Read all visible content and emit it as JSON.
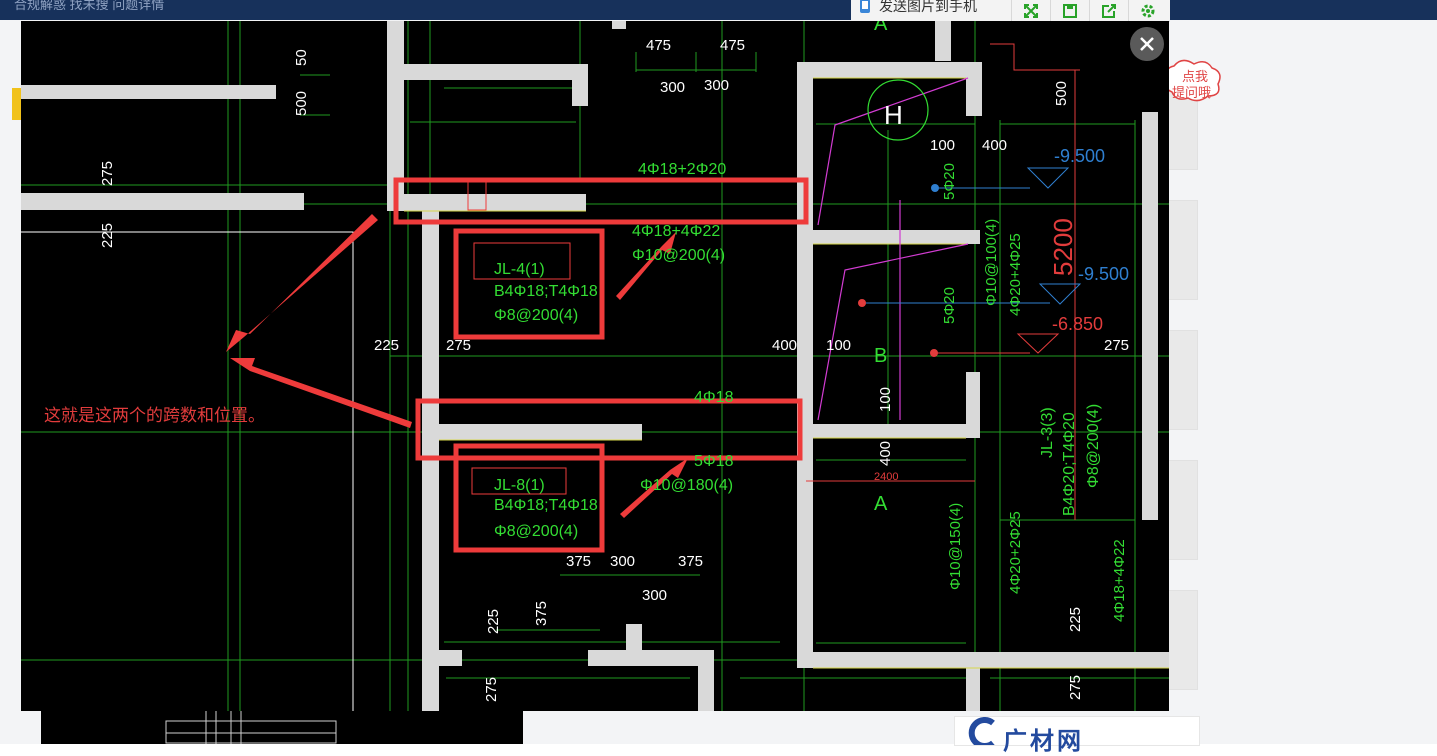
{
  "page": {
    "top_bar_text": "合规解惑 找未搜 问题详情",
    "footer_logo_text": "广材网",
    "help_bubble": {
      "line1": "点我",
      "line2": "提问哦"
    }
  },
  "toolbar": {
    "send_label": "发送图片到手机",
    "buttons": [
      {
        "name": "fullscreen-button",
        "icon": "expand-arrows-icon"
      },
      {
        "name": "save-button",
        "icon": "save-icon"
      },
      {
        "name": "export-button",
        "icon": "export-icon"
      },
      {
        "name": "settings-button",
        "icon": "gear-icon"
      }
    ]
  },
  "viewer": {
    "close_icon": "close-icon"
  },
  "drawing": {
    "annotation": "这就是这两个的跨数和位置。",
    "beams": {
      "top_label": "4Φ18+2Φ20",
      "mid1_line1": "4Φ18+4Φ22",
      "mid1_line2": "Φ10@200(4)",
      "mid2_line1": "4Φ18",
      "mid2_line2": "5Φ18",
      "mid2_line3": "Φ10@180(4)",
      "jl4": {
        "name": "JL-4(1)",
        "rebar": "B4Φ18;T4Φ18",
        "stirrup": "Φ8@200(4)"
      },
      "jl8": {
        "name": "JL-8(1)",
        "rebar": "B4Φ18;T4Φ18",
        "stirrup": "Φ8@200(4)"
      },
      "jl3": {
        "name": "JL-3(3)",
        "rebar": "B4Φ20;T4Φ20",
        "stirrup": "Φ8@200(4)"
      }
    },
    "dims": {
      "d50": "50",
      "d500a": "500",
      "d275a": "275",
      "d225a": "225",
      "d475a": "475",
      "d475b": "475",
      "d300a": "300",
      "d300b": "300",
      "d225b": "225",
      "d275b": "275",
      "d400a": "400",
      "d100a": "100",
      "d100b": "100",
      "d400b": "400",
      "d500b": "500",
      "d275c": "275",
      "d100c": "100",
      "d400c": "400",
      "d2400": "2400",
      "d375a": "375",
      "d300c": "300",
      "d375b": "375",
      "d300d": "300",
      "d225c": "225",
      "d375c": "375",
      "d275d": "275",
      "d225d": "225",
      "d275e": "275"
    },
    "rebar_texts": {
      "v1": "5Φ20",
      "v2": "Φ10@100(4)",
      "v3": "4Φ20+4Φ25",
      "v4": "5Φ20",
      "v5": "Φ10@150(4)",
      "v6": "4Φ20+2Φ25",
      "v7": "4Φ18+4Φ22"
    },
    "axis_labels": {
      "h": "H",
      "b": "B",
      "a1": "A",
      "a2": "A"
    },
    "elevations": {
      "e1": "-9.500",
      "e2": "-9.500",
      "e3": "-6.850",
      "span": "5200"
    }
  },
  "colors": {
    "wall": "#d9d9d9",
    "grid": "#22b322",
    "text_green": "#33dd33",
    "highlight": "#ee3b3b",
    "magenta": "#d23cd2",
    "blue_text": "#2f7fd0",
    "red_text": "#e23c3c"
  }
}
